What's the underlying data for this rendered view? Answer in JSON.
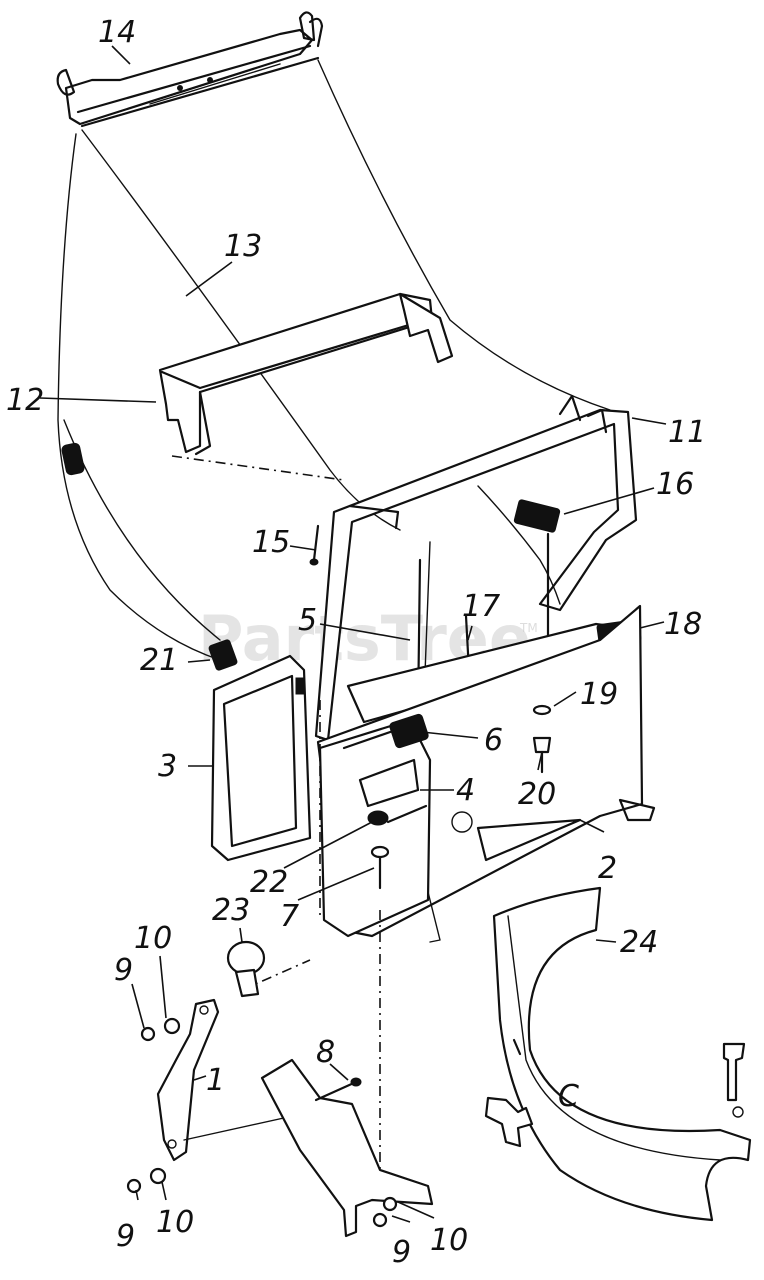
{
  "watermark": {
    "text": "PartsTree",
    "trademark": "TM"
  },
  "callouts": {
    "c1": "1",
    "c2": "2",
    "c3": "3",
    "c4": "4",
    "c5": "5",
    "c6": "6",
    "c7": "7",
    "c8": "8",
    "c9a": "9",
    "c9b": "9",
    "c9c": "9",
    "c10a": "10",
    "c10b": "10",
    "c10c": "10",
    "c11": "11",
    "c12": "12",
    "c13": "13",
    "c14": "14",
    "c15": "15",
    "c16": "16",
    "c17": "17",
    "c18": "18",
    "c19": "19",
    "c20": "20",
    "c21": "21",
    "c22": "22",
    "c23": "23",
    "c24": "24",
    "cC": "C"
  }
}
